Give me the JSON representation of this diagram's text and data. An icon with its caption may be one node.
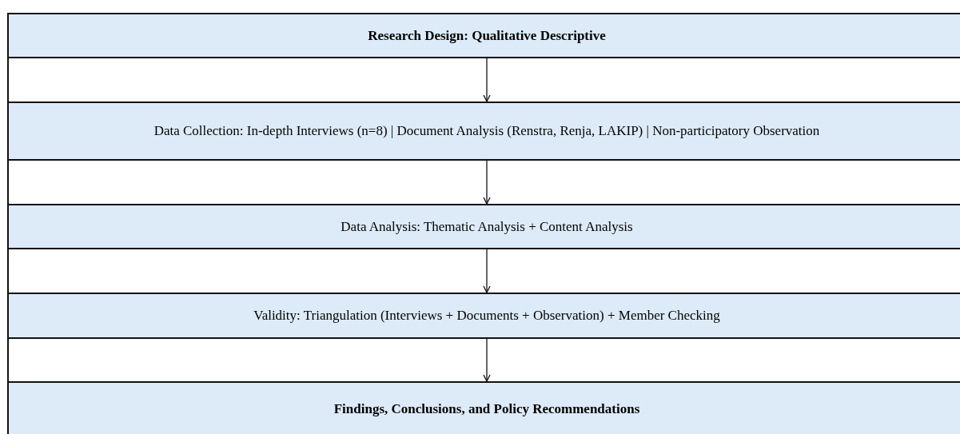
{
  "diagram": {
    "nodes": [
      {
        "text": [
          "Research Design: Qualitative Descriptive"
        ]
      },
      {
        "text": [
          "Data Collection: In-depth Interviews (n=8) | Document Analysis (Renstra, Renja, LAKIP) | Non-participatory Observation"
        ]
      },
      {
        "text": [
          "Data Analysis: Thematic Analysis + Content Analysis"
        ]
      },
      {
        "text": [
          "Validity: Triangulation (Interviews + Documents + Observation) + Member Checking"
        ]
      },
      {
        "text": [
          "Findings, Conclusions, and Policy Recommendations"
        ]
      }
    ],
    "edges": [
      {
        "from": 0,
        "to": 1,
        "arrow": "to"
      },
      {
        "from": 1,
        "to": 2,
        "arrow": "to"
      },
      {
        "from": 2,
        "to": 3,
        "arrow": "to"
      },
      {
        "from": 3,
        "to": 4,
        "arrow": "to"
      }
    ]
  }
}
